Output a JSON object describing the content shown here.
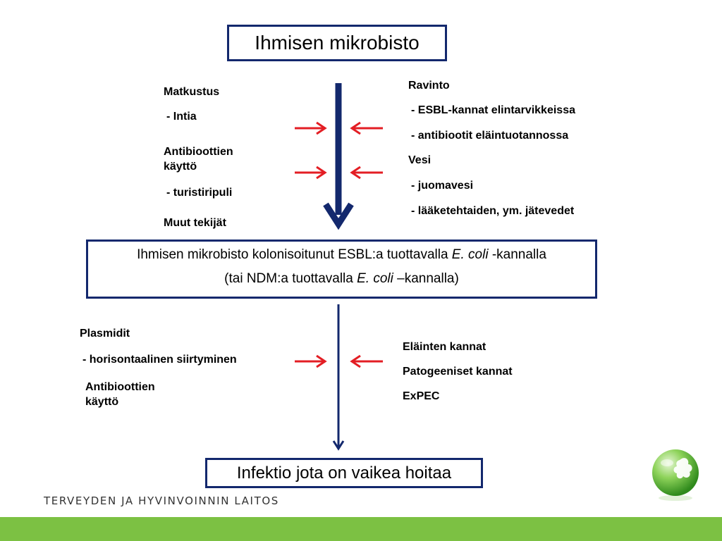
{
  "title": "Ihmisen mikrobisto",
  "top_left": {
    "matkustus": "Matkustus",
    "intia": "- Intia",
    "antibiootit_1": "Antibioottien",
    "antibiootit_2": "käyttö",
    "turistiripuli": "- turistiripuli",
    "muut": "Muut tekijät"
  },
  "top_right": {
    "ravinto": "Ravinto",
    "esbl_kannat": "- ESBL-kannat elintarvikkeissa",
    "antibiootit_elain": "- antibiootit eläintuotannossa",
    "vesi": "Vesi",
    "juomavesi": "- juomavesi",
    "jatevedet": "- lääketehtaiden, ym. jätevedet"
  },
  "colonization": {
    "line1_pre": "Ihmisen mikrobisto kolonisoitunut ESBL:a tuottavalla ",
    "line1_italic": "E. coli",
    "line1_post": " -kannalla",
    "line2_pre": "(tai NDM:a tuottavalla ",
    "line2_italic": "E. coli",
    "line2_post": " –kannalla)"
  },
  "bottom_left": {
    "plasmidit": "Plasmidit",
    "horisontaalinen": "- horisontaalinen siirtyminen",
    "antibiootit_1": "Antibioottien",
    "antibiootit_2": "käyttö"
  },
  "bottom_right": {
    "elainten": "Eläinten kannat",
    "patogeeniset": "Patogeeniset kannat",
    "expec": "ExPEC"
  },
  "infection": "Infektio jota on vaikea hoitaa",
  "footer": "TERVEYDEN JA HYVINVOINNIN LAITOS",
  "colors": {
    "main_arrow": "#13286d",
    "side_arrows": "#e31e24",
    "footer_bar": "#7cc143",
    "logo": "#6bbf3a"
  }
}
